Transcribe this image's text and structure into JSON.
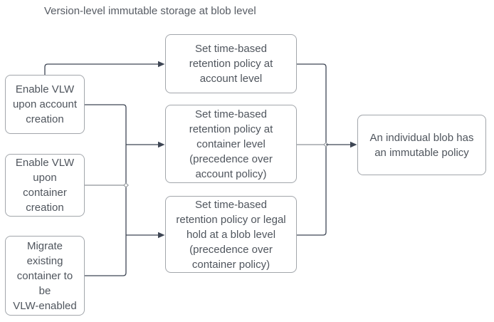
{
  "title": "Version-level immutable storage at blob level",
  "colors": {
    "background": "#ffffff",
    "box_border": "#a2a6ab",
    "box_fill": "#ffffff",
    "box_text": "#4f555d",
    "title_text": "#565b63",
    "connector_dark": "#3e4654",
    "connector_light": "#8f9499"
  },
  "nodes": {
    "left": [
      {
        "label": "Enable VLW\nupon account\ncreation"
      },
      {
        "label": "Enable VLW\nupon\ncontainer\ncreation"
      },
      {
        "label": "Migrate\nexisting\ncontainer to\nbe\nVLW-enabled"
      }
    ],
    "middle": [
      {
        "label": "Set time-based\nretention policy at\naccount level"
      },
      {
        "label": "Set time-based\nretention policy at\ncontainer level\n(precedence over\naccount policy)"
      },
      {
        "label": "Set time-based\nretention policy or legal\nhold at a blob level\n(precedence over\ncontainer policy)"
      }
    ],
    "right": [
      {
        "label": "An individual blob has\nan immutable policy"
      }
    ]
  }
}
